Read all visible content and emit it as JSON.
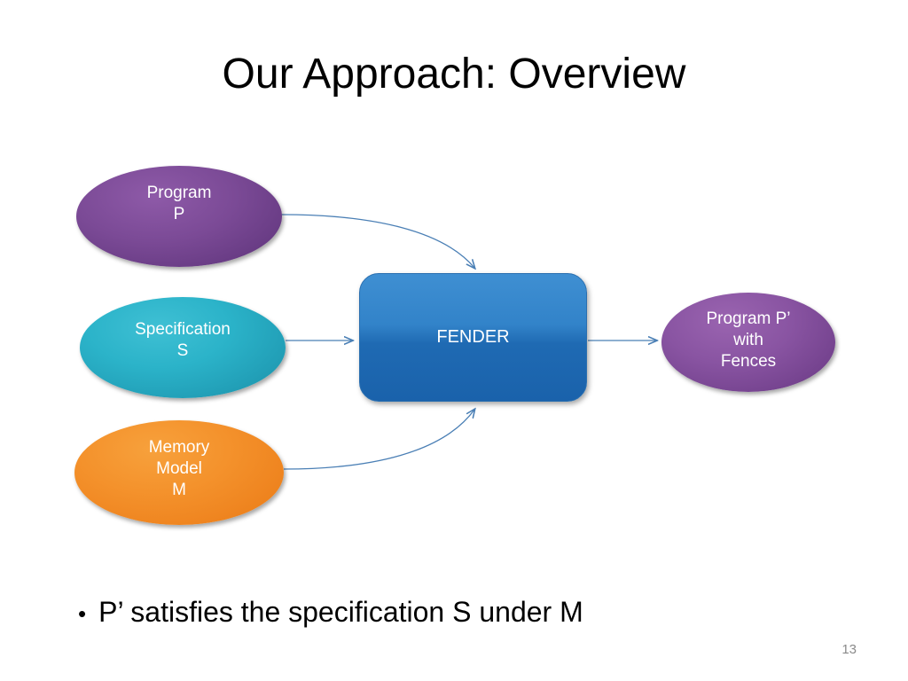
{
  "slide": {
    "title": "Our Approach: Overview",
    "number": "13",
    "bullet": {
      "marker": "•",
      "text": "P’ satisfies the specification S under M"
    }
  },
  "diagram": {
    "type": "flow",
    "nodes": [
      {
        "id": "program-p",
        "label": "Program\nP",
        "shape": "ellipse",
        "color": "#7b4a96"
      },
      {
        "id": "specification-s",
        "label": "Specification\nS",
        "shape": "ellipse",
        "color": "#2bb3c9"
      },
      {
        "id": "memory-model",
        "label": "Memory\nModel\nM",
        "shape": "ellipse",
        "color": "#f4922c"
      },
      {
        "id": "fender",
        "label": "FENDER",
        "shape": "rounded-rect",
        "color": "#2f80c8"
      },
      {
        "id": "program-p-fences",
        "label": "Program P’\nwith\nFences",
        "shape": "ellipse",
        "color": "#8954a2"
      }
    ],
    "edges": [
      {
        "from": "program-p",
        "to": "fender",
        "style": "curved-arrow",
        "color": "#4a7fb5"
      },
      {
        "from": "specification-s",
        "to": "fender",
        "style": "straight-arrow",
        "color": "#4a7fb5"
      },
      {
        "from": "memory-model",
        "to": "fender",
        "style": "curved-arrow",
        "color": "#4a7fb5"
      },
      {
        "from": "fender",
        "to": "program-p-fences",
        "style": "straight-arrow",
        "color": "#4a7fb5"
      }
    ]
  }
}
